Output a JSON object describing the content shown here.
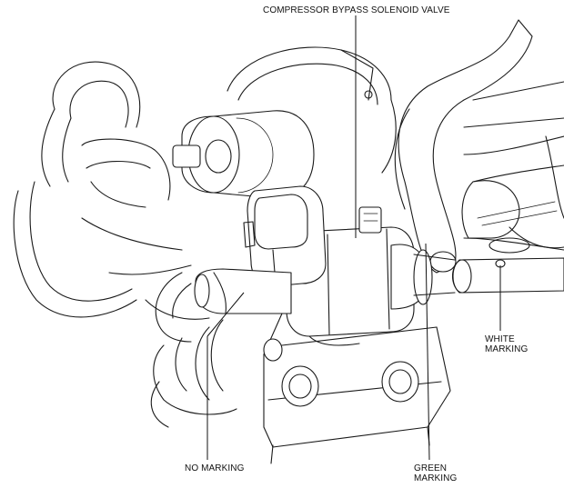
{
  "labels": {
    "solenoid": "COMPRESSOR BYPASS SOLENOID VALVE",
    "no_marking": "NO MARKING",
    "green_line1": "GREEN",
    "green_line2": "MARKING",
    "white_line1": "WHITE",
    "white_line2": "MARKING"
  }
}
